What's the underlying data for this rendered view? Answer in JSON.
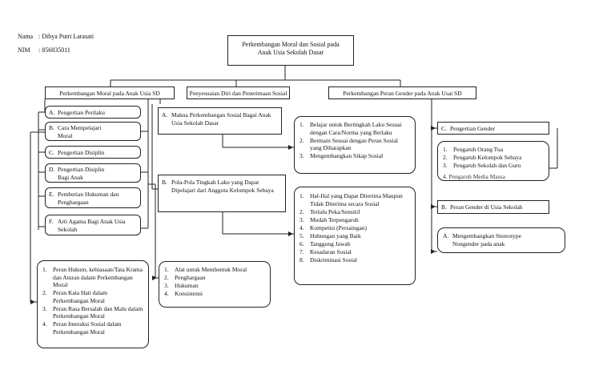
{
  "header": {
    "name_label": "Nama",
    "name_value": ": Dibya Putri Larasati",
    "nim_label": "NIM",
    "nim_value": ": 856835011"
  },
  "root": {
    "title": "Perkembangan Moral dan Sosial pada Anak Usia Sekolah Dasar"
  },
  "branches": [
    {
      "title": "Perkembangan Moral pada Anak Usia SD"
    },
    {
      "title": "Penyesuaian Diri dan Penerimaan Sosial"
    },
    {
      "title": "Perkembangan Peran Gender pada Anak Usai SD"
    }
  ],
  "moral": {
    "items": [
      {
        "key": "A.",
        "text": "Pengertian Perilaku"
      },
      {
        "key": "B.",
        "text": "Cara Mempelajari Moral"
      },
      {
        "key": "C.",
        "text": "Pengertian Disiplin"
      },
      {
        "key": "D.",
        "text": "Pengertian Disiplin Bagi Anak"
      },
      {
        "key": "E.",
        "text": "Pemberian Hukuman dan Penghargaan"
      },
      {
        "key": "F.",
        "text": "Arti Agama Bagi Anak Usia Sekolah"
      }
    ],
    "alat_list": [
      "Alat untuk Membentuk Moral",
      "Penghargaan",
      "Hukuman",
      "Konsistensi"
    ],
    "peran_list": [
      "Peran Hukum, kebiasaan/Tata Krama dan Aturan dalam Perkembangan Moral",
      "Peran Kata Hati dalam Perkembangan Moral",
      "Peran Rasa Bersalah dan Malu dalam Perkembangan Moral",
      "Peran Interaksi Sosial dalam Perkembangan Moral"
    ]
  },
  "sosial": {
    "items": [
      {
        "key": "A.",
        "text": "Makna Perkembangan Sosial Bagai Anak Usia Sekolah Dasar"
      },
      {
        "key": "B.",
        "text": "Pola-Pola Tingkah Laku yang Dapat Dipelajari dari Anggota Kelompok Sebaya"
      }
    ],
    "list_a": [
      "Belajar untuk Bertingkah Laku Sesuai dengan Cara/Norma yang Berlaku",
      "Bermain Sesuai dengan Peran Sosial yang Diharapkan",
      "Mengembangkan Sikap Sosial"
    ],
    "list_b": [
      "Hal-Hal yang Dapat Diterima Maupun Tidak Diterima secara Sosial",
      "Terlalu Peka/Sensitif",
      "Mudah Terpengaruh",
      "Kompetisi (Persaingan)",
      "Hubungan yang Baik",
      "Tanggung Jawab",
      "Kesadaran Sosial",
      "Diskriminasi Sosial"
    ]
  },
  "gender": {
    "items": [
      {
        "key": "C.",
        "text": "Pengertian Gender"
      },
      {
        "key": "B.",
        "text": "Peran Gender di Usia Sekolah"
      },
      {
        "key": "A.",
        "text": "Mengembangkan Stereotype Nongender pada anak"
      }
    ],
    "pengaruh_list": [
      "Pengaruh Orang Tua",
      "Pengaruh Kelompok Sebaya",
      "Pengaruh Sekolah dan Guru"
    ],
    "overlap_text": "4. Pengaruh Media Massa"
  }
}
